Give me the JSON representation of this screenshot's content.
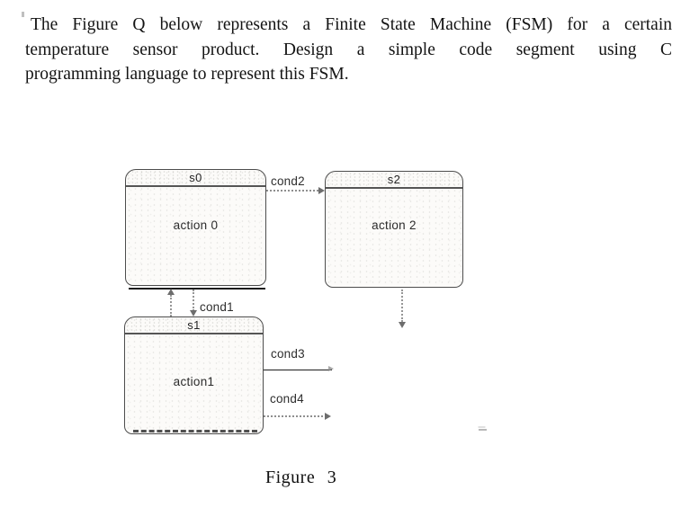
{
  "problem": {
    "line1": "The Figure Q below represents a Finite State Machine (FSM) for a certain",
    "line2": "temperature sensor product. Design a simple code segment using C",
    "line3": "programming language to represent this FSM."
  },
  "figure": {
    "caption": "Figure 3",
    "states": [
      {
        "name": "s0",
        "action": "action 0"
      },
      {
        "name": "s1",
        "action": "action1"
      },
      {
        "name": "s2",
        "action": "action 2"
      }
    ],
    "transitions": [
      {
        "label": "cond1",
        "from": "s0",
        "to": "s1"
      },
      {
        "label": "cond2",
        "from": "s0",
        "to": "s2"
      },
      {
        "label": "cond3",
        "from": "s1",
        "to": "exit"
      },
      {
        "label": "cond4",
        "from": "s1",
        "to": "exit"
      },
      {
        "label": "",
        "from": "s1",
        "to": "s0"
      },
      {
        "label": "",
        "from": "s2",
        "to": "exit"
      }
    ]
  },
  "colors": {
    "page_background": "#ffffff",
    "body_text": "#141414",
    "box_border": "#4d4d4d",
    "box_fill": "#fcfbf9",
    "header_separator": "#555555",
    "label_text": "#2e2e2e",
    "arrow": "#8f8f8f"
  }
}
